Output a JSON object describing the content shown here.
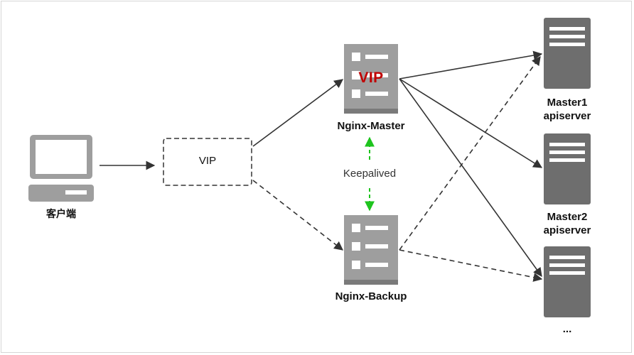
{
  "labels": {
    "client": "客户端",
    "vip_box": "VIP",
    "nginx_master": "Nginx-Master",
    "nginx_master_vip": "VIP",
    "nginx_backup": "Nginx-Backup",
    "keepalived": "Keepalived",
    "master1_line1": "Master1",
    "master1_line2": "apiserver",
    "master2_line1": "Master2",
    "master2_line2": "apiserver",
    "more": "..."
  },
  "colors": {
    "device": "#9e9e9e",
    "device_dark": "#7a7a7a",
    "server": "#6e6e6e",
    "line": "#333333",
    "keepalived_arrow": "#1ec41e",
    "vip_red": "#c00000"
  },
  "icons": {
    "client": "desktop-computer-icon",
    "nginx": "server-rack-icon",
    "apiserver": "server-tower-icon"
  }
}
